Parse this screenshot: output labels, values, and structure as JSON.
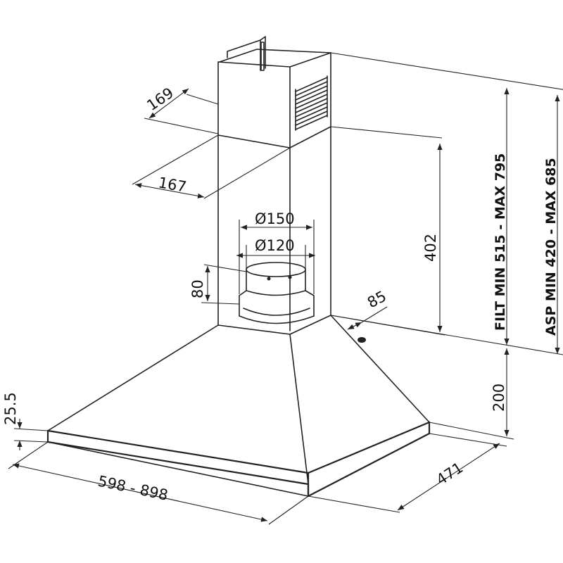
{
  "dimensions": {
    "chimney_depth": "169",
    "chimney_width": "167",
    "outlet_outer_diameter": "Ø150",
    "outlet_inner_diameter": "Ø120",
    "collar_height": "80",
    "top_offset": "85",
    "chimney_lower_height": "402",
    "filt_range": "FILT MIN 515 - MAX 795",
    "asp_range": "ASP MIN 420 - MAX 685",
    "hood_height": "200",
    "rim_height": "25.5",
    "hood_width": "598 - 898",
    "hood_depth": "471"
  }
}
